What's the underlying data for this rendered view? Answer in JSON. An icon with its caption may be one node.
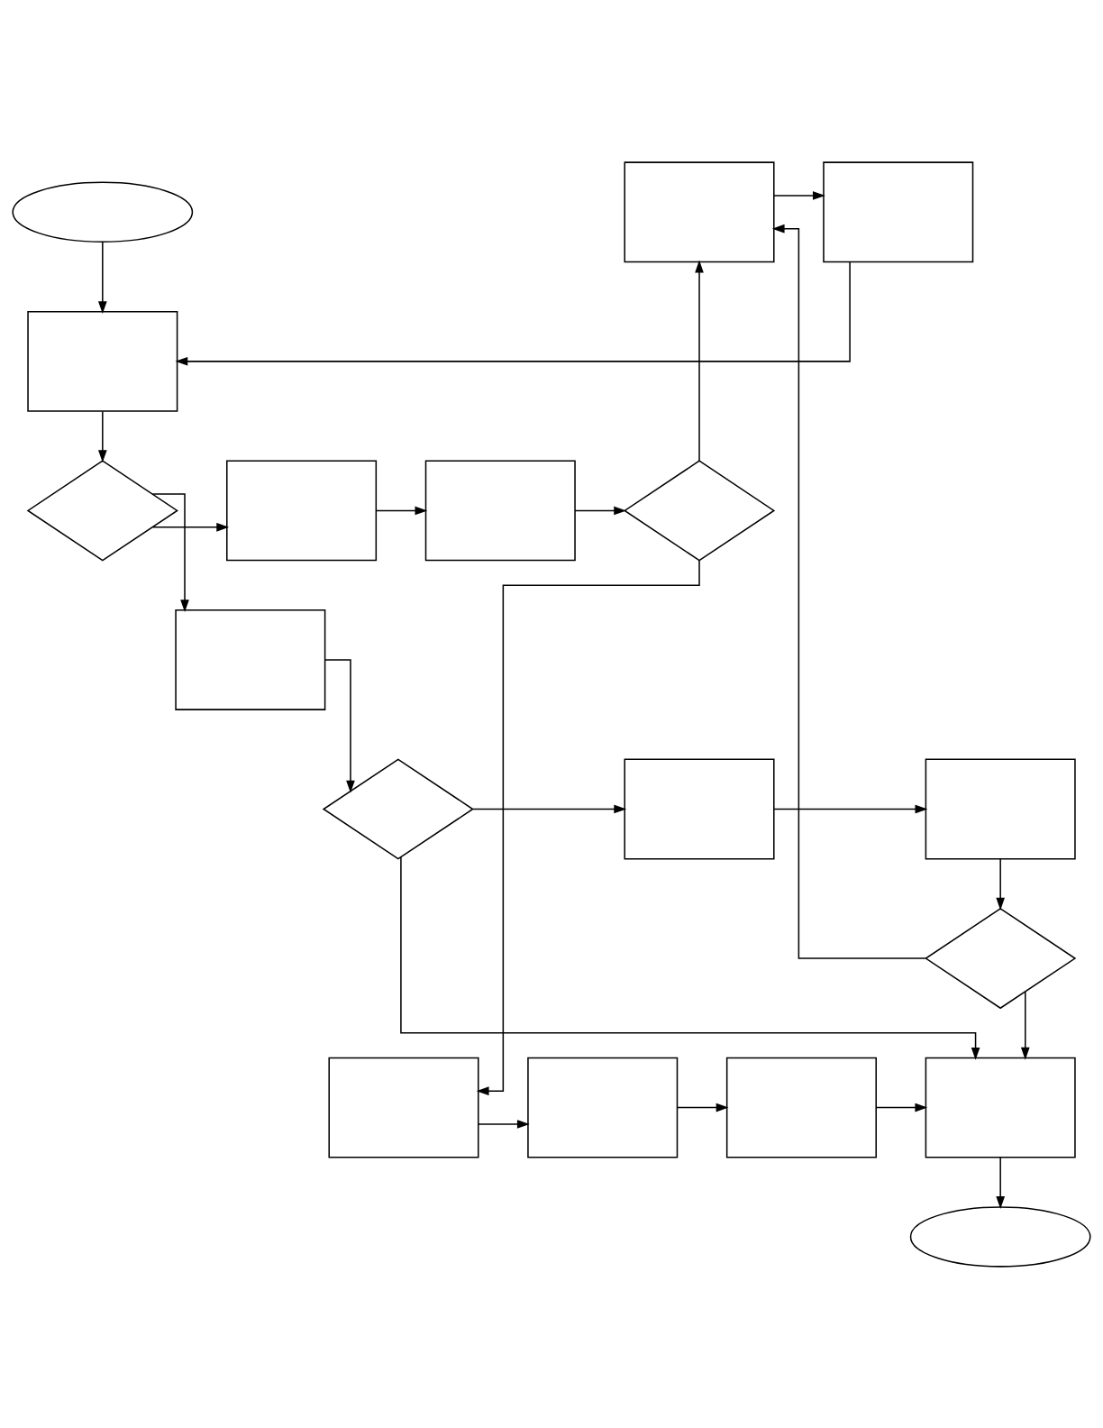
{
  "diagram": {
    "nodes": [
      {
        "text": [],
        "shape": "oval"
      },
      {
        "text": [],
        "shape": "box"
      },
      {
        "text": [],
        "shape": "box"
      },
      {
        "text": [],
        "shape": "box"
      },
      {
        "text": [],
        "shape": "diamond"
      },
      {
        "text": [],
        "shape": "box"
      },
      {
        "text": [],
        "shape": "box"
      },
      {
        "text": [],
        "shape": "diamond"
      },
      {
        "text": [],
        "shape": "box"
      },
      {
        "text": [],
        "shape": "diamond"
      },
      {
        "text": [],
        "shape": "box"
      },
      {
        "text": [],
        "shape": "box"
      },
      {
        "text": [],
        "shape": "diamond"
      },
      {
        "text": [],
        "shape": "box"
      },
      {
        "text": [],
        "shape": "box"
      },
      {
        "text": [],
        "shape": "box"
      },
      {
        "text": [],
        "shape": "box"
      },
      {
        "text": [],
        "shape": "oval"
      }
    ],
    "edges": [
      {
        "from": 0,
        "to": 3,
        "arrow": "to"
      },
      {
        "from": 1,
        "to": 3,
        "arrow": "to"
      },
      {
        "from": 2,
        "to": 1,
        "arrow": "to"
      },
      {
        "from": 3,
        "to": 4,
        "arrow": "to"
      },
      {
        "from": 4,
        "to": 5,
        "arrow": "to"
      },
      {
        "from": 5,
        "to": 6,
        "arrow": "to"
      },
      {
        "from": 6,
        "to": 7,
        "arrow": "to"
      },
      {
        "from": 7,
        "to": 2,
        "arrow": "to"
      },
      {
        "from": 7,
        "to": 13,
        "arrow": "to"
      },
      {
        "from": 4,
        "to": 8,
        "arrow": "to"
      },
      {
        "from": 8,
        "to": 9,
        "arrow": "to"
      },
      {
        "from": 9,
        "to": 10,
        "arrow": "to"
      },
      {
        "from": 10,
        "to": 11,
        "arrow": "to"
      },
      {
        "from": 11,
        "to": 12,
        "arrow": "to"
      },
      {
        "from": 12,
        "to": 16,
        "arrow": "to"
      },
      {
        "from": 12,
        "to": 2,
        "arrow": "to"
      },
      {
        "from": 9,
        "to": 16,
        "arrow": "to"
      },
      {
        "from": 13,
        "to": 14,
        "arrow": "to"
      },
      {
        "from": 14,
        "to": 15,
        "arrow": "to"
      },
      {
        "from": 15,
        "to": 16,
        "arrow": "to"
      },
      {
        "from": 16,
        "to": 17,
        "arrow": "to"
      }
    ]
  }
}
